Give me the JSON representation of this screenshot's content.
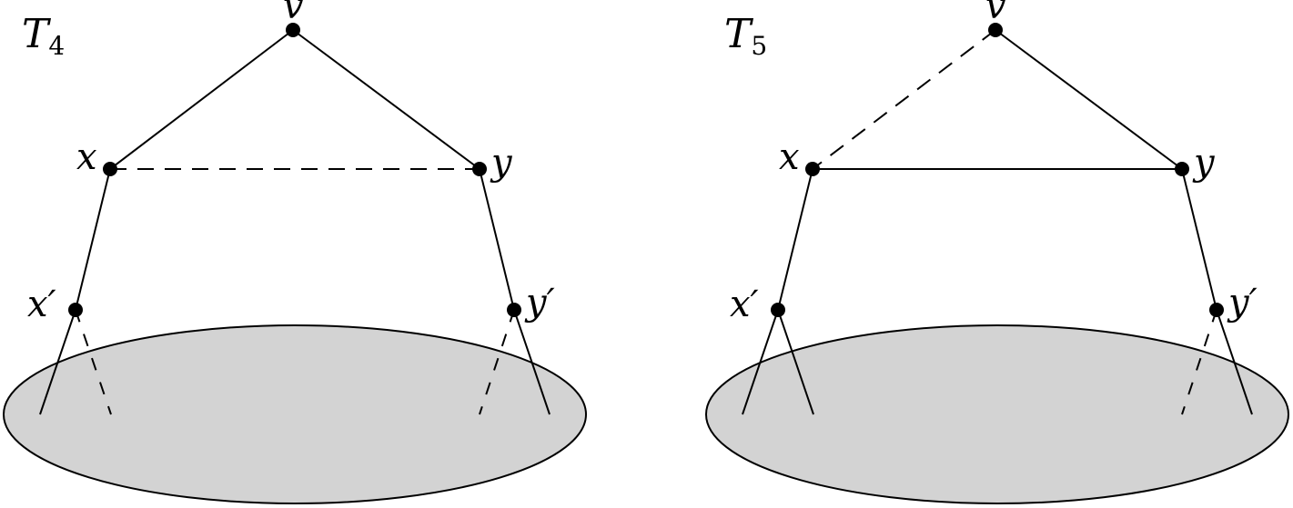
{
  "diagrams": [
    {
      "title": "T",
      "subscript": "4",
      "labels": {
        "v": "v",
        "x": "x",
        "y": "y",
        "xp": "x′",
        "yp": "y′"
      }
    },
    {
      "title": "T",
      "subscript": "5",
      "labels": {
        "v": "v",
        "x": "x",
        "y": "y",
        "xp": "x′",
        "yp": "y′"
      }
    }
  ]
}
